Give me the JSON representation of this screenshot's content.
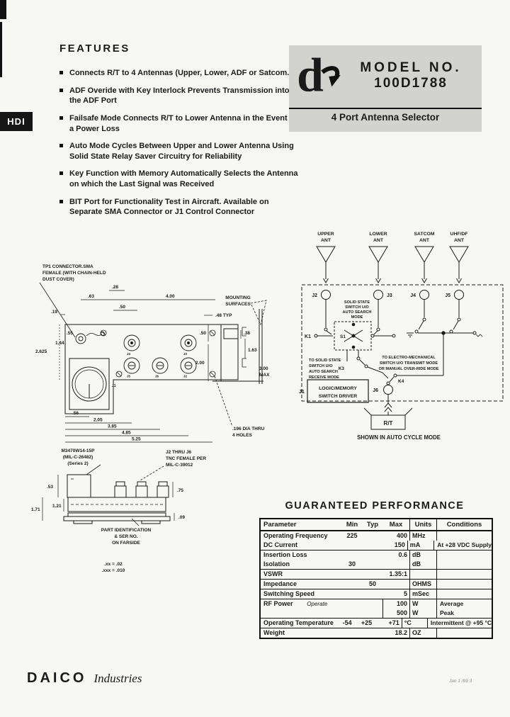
{
  "page": {
    "hdi_label": "HDI",
    "footer_brand": "DAICO",
    "footer_brand2": "Industries",
    "footer_note": "Jan 1 /99 3"
  },
  "features": {
    "title": "FEATURES",
    "items": [
      "Connects R/T to 4 Antennas (Upper, Lower, ADF or Satcom.",
      "ADF Overide with Key Interlock Prevents Transmission into the ADF Port",
      "Failsafe Mode Connects R/T to Lower Antenna in the Event of a Power Loss",
      "Auto Mode Cycles Between Upper and Lower Antenna Using Solid State Relay Saver Circuitry for Reliability",
      "Key Function with Memory Automatically Selects the Antenna on which the Last Signal was Received",
      "BIT Port for Functionality Test in Aircraft. Available on Separate SMA Connector or J1 Control Connector"
    ]
  },
  "model_box": {
    "title_line1": "MODEL NO.",
    "title_line2": "100D1788",
    "subtitle": "4 Port Antenna Selector"
  },
  "schematic": {
    "antennas": [
      {
        "line1": "UPPER",
        "line2": "ANT"
      },
      {
        "line1": "LOWER",
        "line2": "ANT"
      },
      {
        "line1": "SATCOM",
        "line2": "ANT"
      },
      {
        "line1": "UHF/DF",
        "line2": "ANT"
      }
    ],
    "labels": {
      "j1": "J1",
      "j2": "J2",
      "j3": "J3",
      "j4": "J4",
      "j5": "J5",
      "j6": "J6",
      "k1": "K1",
      "k3": "K3",
      "k4": "K4",
      "s1": "S1",
      "rt": "R/T"
    },
    "ss_mode": [
      "SOLID STATE",
      "SWITCH U/O",
      "AUTO SEARCH",
      "MODE"
    ],
    "left_note": [
      "TO SOLID STATE",
      "SWITCH U/O",
      "AUTO SEARCH",
      "RECEIVE MODE"
    ],
    "right_note": [
      "TO ELECTRO-MECHANICAL",
      "SWITCH U/O TRANSMIT MODE",
      "OR MANUAL OVER-RIDE MODE"
    ],
    "logic_box": [
      "LOGIC/MEMORY",
      "SWITCH DRIVER"
    ],
    "caption": "SHOWN IN AUTO CYCLE MODE"
  },
  "drawing_top": {
    "tp1_note": [
      "TP1 CONNECTOR.SMA",
      "FEMALE (WITH CHAIN-HELD",
      "DUST COVER)"
    ],
    "mounting_note": [
      "MOUNTING",
      "SURFACES"
    ],
    "hole_note": [
      ".196 DIA THRU",
      "4 HOLES"
    ],
    "connectors": {
      "j1": "J1",
      "j2": "J2",
      "j3": "J3",
      "j4": "J4",
      "j5": "J5",
      "j6": "J6"
    },
    "dims": {
      "d_63": ".63",
      "d_28": ".28",
      "d_400": "4.00",
      "d_50": ".50",
      "d_19": ".19",
      "d_48typ": ".48 TYP",
      "d_55": ".55",
      "d_144": "1.44",
      "d_2625": "2.625",
      "d_38": ".38",
      "d_163": "1.63",
      "d_300": "3.00",
      "d_max": "MAX",
      "d_56": ".56",
      "d_205": "2.05",
      "d_385": "3.85",
      "d_485": "4.85",
      "d_525": "5.25",
      "sv_50": ".50",
      "sv_200": "2.00"
    }
  },
  "drawing_side": {
    "conn_note": [
      "M3470W14-15P",
      "(MIL-C-26482)",
      "(Series 2)"
    ],
    "tnc_note": [
      "J2 THRU J6",
      "TNC FEMALE PER",
      "MIL-C-39012"
    ],
    "part_note": [
      "PART IDENTIFICATION",
      "& SER NO.",
      "ON FARSIDE"
    ],
    "tol_note": [
      ".xx = .02",
      ".xxx = .010"
    ],
    "dims": {
      "d_53": ".53",
      "d_171": "1.71",
      "d_121": "1.21",
      "d_75": ".75",
      "d_09": ".09"
    }
  },
  "performance": {
    "title": "GUARANTEED PERFORMANCE",
    "headers": {
      "param": "Parameter",
      "min": "Min",
      "typ": "Typ",
      "max": "Max",
      "units": "Units",
      "cond": "Conditions"
    },
    "rows": [
      {
        "param": "Operating Frequency",
        "min": "225",
        "typ": "",
        "max": "400",
        "units": "MHz",
        "cond": ""
      },
      {
        "param": "DC Current",
        "min": "",
        "typ": "",
        "max": "150",
        "units": "mA",
        "cond": "At +28 VDC Supply"
      },
      {
        "param": "Insertion Loss",
        "min": "",
        "typ": "",
        "max": "0.6",
        "units": "dB",
        "cond": ""
      },
      {
        "param": "Isolation",
        "min": "30",
        "typ": "",
        "max": "",
        "units": "dB",
        "cond": ""
      },
      {
        "param": "VSWR",
        "min": "",
        "typ": "",
        "max": "1.35:1",
        "units": "",
        "cond": ""
      },
      {
        "param": "Impedance",
        "min": "",
        "typ": "50",
        "max": "",
        "units": "OHMS",
        "cond": ""
      },
      {
        "param": "Switching Speed",
        "min": "",
        "typ": "",
        "max": "5",
        "units": "mSec",
        "cond": ""
      },
      {
        "param": "RF Power",
        "sub": "Operate",
        "min": "",
        "typ": "",
        "max": "100",
        "units": "W",
        "cond": "Average"
      },
      {
        "param": "",
        "min": "",
        "typ": "",
        "max": "500",
        "units": "W",
        "cond": "Peak"
      },
      {
        "param": "Operating Temperature",
        "min": "-54",
        "typ": "+25",
        "max": "+71",
        "units": "°C",
        "cond": "Intermittent @ +95 °C"
      },
      {
        "param": "Weight",
        "min": "",
        "typ": "",
        "max": "18.2",
        "units": "OZ",
        "cond": ""
      }
    ]
  }
}
